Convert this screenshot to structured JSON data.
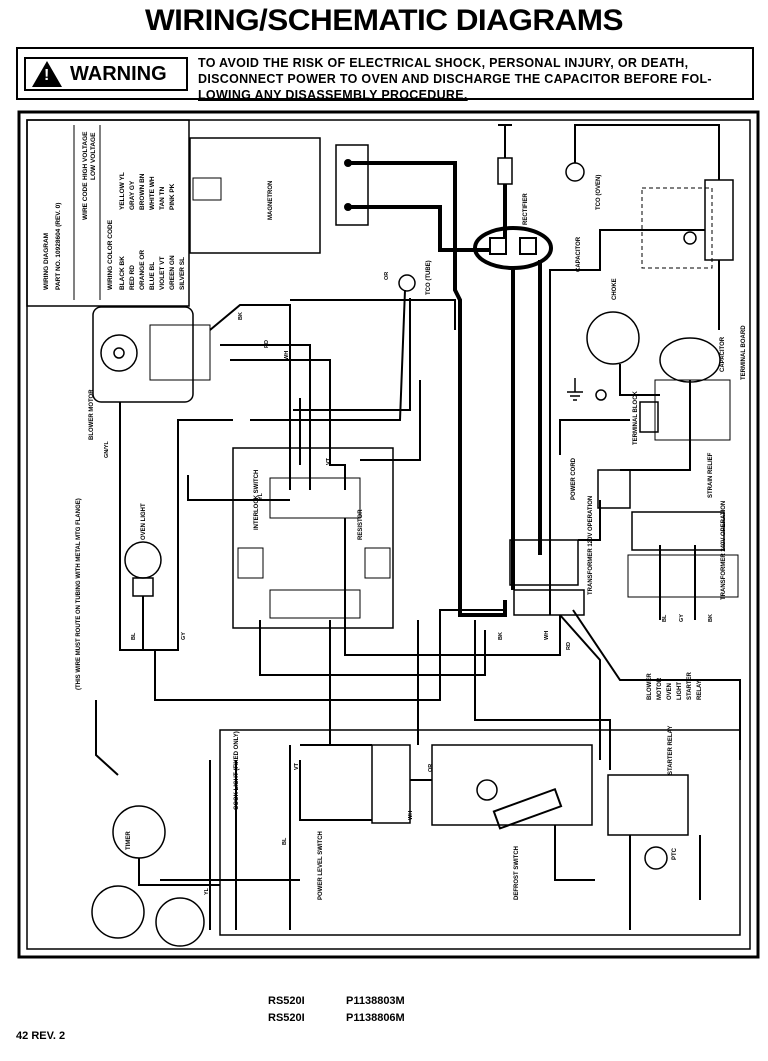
{
  "title": "WIRING/SCHEMATIC DIAGRAMS",
  "warning": {
    "label": "WARNING",
    "lines": [
      "TO AVOID THE RISK OF ELECTRICAL SHOCK, PERSONAL INJURY, OR DEATH,",
      "DISCONNECT POWER TO OVEN AND DISCHARGE THE CAPACITOR BEFORE FOL-",
      "LOWING ANY DISASSEMBLY PROCEDURE."
    ]
  },
  "legend": {
    "header": [
      "WIRING DIAGRAM",
      "PART NO. 10928604 (REV. 0)"
    ],
    "wire_code_title": "WIRE CODE",
    "wire_codes": [
      "HIGH VOLTAGE",
      "LOW VOLTAGE"
    ],
    "color_code_title": "WIRING COLOR CODE",
    "colors_left": [
      "BLACK  BK",
      "RED  RD",
      "ORANGE  OR",
      "BLUE  BL",
      "VIOLET  VT",
      "GREEN  GN",
      "SILVER  SL"
    ],
    "colors_right": [
      "YELLOW  YL",
      "GRAY  GY",
      "BROWN  BN",
      "WHITE  WH",
      "TAN  TN",
      "PINK  PK"
    ]
  },
  "components": {
    "magnetron": "MAGNETRON",
    "blower_motor": "BLOWER MOTOR",
    "rectifier": "RECTIFIER",
    "tco_oven": "TCO (OVEN)",
    "tco_tube": "TCO (TUBE)",
    "capacitor_top": "CAPACITOR",
    "choke": "CHOKE",
    "capacitor": "CAPACITOR",
    "terminal_board": "TERMINAL BOARD",
    "terminal_block": "TERMINAL BLOCK",
    "power_cord": "POWER CORD",
    "interlock_switch": "INTERLOCK SWITCH",
    "resistor": "RESISTOR",
    "oven_light": "OVEN LIGHT",
    "transformer_120": "TRANSFORMER 120V OPERATION",
    "transformer_240": "TRANSFORMER 240V OPERATION",
    "strain_relief": "STRAIN RELIEF",
    "blower_motor_list": [
      "BLOWER",
      "MOTOR",
      "OVEN",
      "LIGHT",
      "STARTER",
      "RELAY"
    ],
    "wire_note": "(THIS WIRE MUST ROUTE ON TUBING WITH METAL MTG FLANGE)",
    "cook_light": "COOK LIGHT (FIXED ONLY)",
    "power_level_switch": "POWER LEVEL SWITCH",
    "defrost_switch": "DEFROST SWITCH",
    "starter_relay": "STARTER RELAY",
    "timer": "TIMER",
    "ptc": "PTC"
  },
  "wire_labels": [
    "BK",
    "RD",
    "WH",
    "OR",
    "GN/YL",
    "VT",
    "YL",
    "BL",
    "GY",
    "BK",
    "RD",
    "WH",
    "BL",
    "GY",
    "BK",
    "VT",
    "YL",
    "BL",
    "OR",
    "WH"
  ],
  "models": [
    {
      "model": "RS520I",
      "part": "P1138803M"
    },
    {
      "model": "RS520I",
      "part": "P1138806M"
    }
  ],
  "footer": {
    "page": "42",
    "rev": "REV. 2"
  },
  "colors": {
    "ink": "#000000",
    "paper": "#ffffff"
  }
}
